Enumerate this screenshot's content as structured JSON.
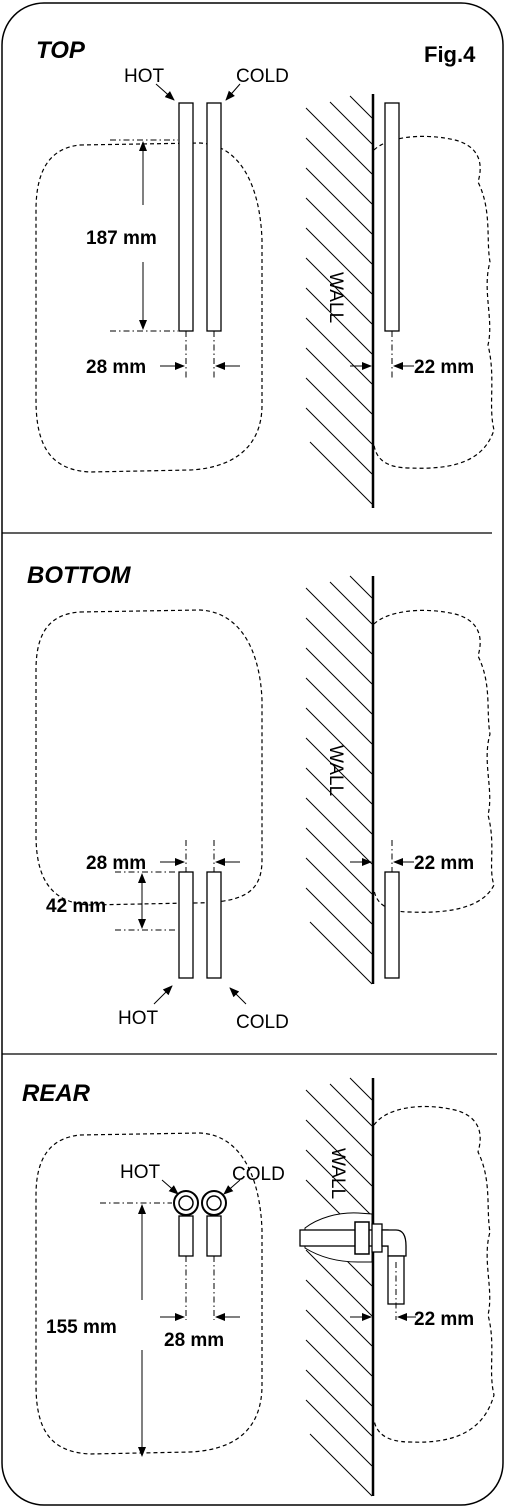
{
  "figure_label": "Fig.4",
  "sections": {
    "top": {
      "title": "TOP",
      "hot_label": "HOT",
      "cold_label": "COLD",
      "height_dim": "187 mm",
      "spacing_dim": "28 mm",
      "wall_label": "WALL",
      "wall_offset_dim": "22 mm"
    },
    "bottom": {
      "title": "BOTTOM",
      "hot_label": "HOT",
      "cold_label": "COLD",
      "height_dim": "42 mm",
      "spacing_dim": "28 mm",
      "wall_label": "WALL",
      "wall_offset_dim": "22 mm"
    },
    "rear": {
      "title": "REAR",
      "hot_label": "HOT",
      "cold_label": "COLD",
      "height_dim": "155 mm",
      "spacing_dim": "28 mm",
      "wall_label": "WALL",
      "wall_offset_dim": "22 mm"
    }
  }
}
